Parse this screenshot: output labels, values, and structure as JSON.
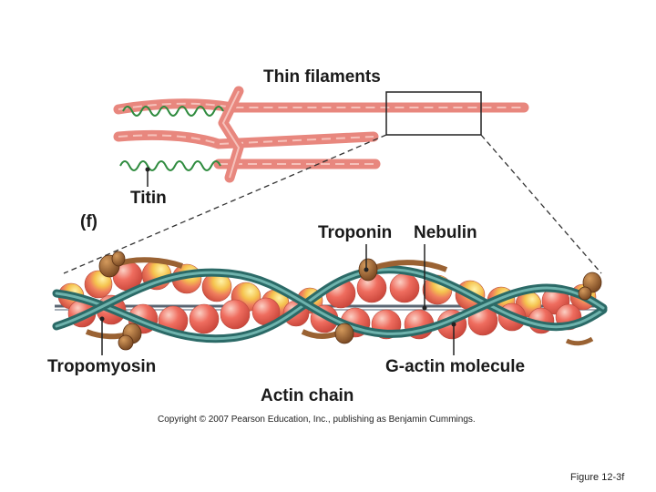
{
  "figure": {
    "labels": {
      "thin_filaments": "Thin filaments",
      "titin": "Titin",
      "panel": "(f)",
      "troponin": "Troponin",
      "nebulin": "Nebulin",
      "tropomyosin": "Tropomyosin",
      "g_actin": "G-actin molecule",
      "actin_chain": "Actin chain"
    },
    "copyright": "Copyright © 2007 Pearson Education, Inc., publishing as Benjamin Cummings.",
    "figure_number": "Figure 12-3f"
  },
  "colors": {
    "filament": "#e8877e",
    "actin_ball": "#ef6d5f",
    "actin_highlight": "#f7d460",
    "tropomyosin": "#3f8a86",
    "troponin": "#9a6233",
    "titin": "#2e8b3e",
    "nebulin": "#5a6572"
  }
}
